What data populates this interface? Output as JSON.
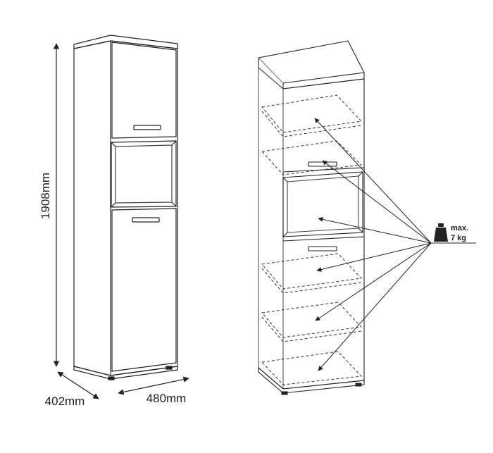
{
  "dimensions": {
    "height": "1908mm",
    "depth": "402mm",
    "width": "480mm"
  },
  "weight_limit": {
    "line1": "max.",
    "line2": "7 kg"
  },
  "icons": {
    "weight": "weight-icon"
  },
  "colors": {
    "line": "#222222",
    "light": "#777777",
    "background": "#ffffff"
  }
}
